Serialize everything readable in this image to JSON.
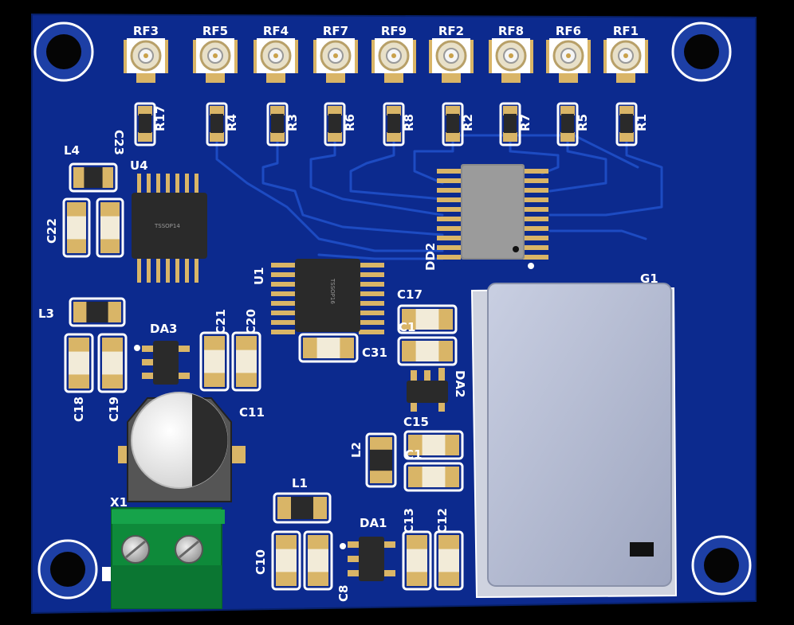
{
  "colors": {
    "board": "#0c2a8e",
    "trace": "#1f4fc8",
    "pad": "#d9b567",
    "silk": "#ffffff",
    "chip": "#2a2a2a",
    "shield": "#b9c0d6"
  },
  "rf_connectors": [
    "RF3",
    "RF5",
    "RF4",
    "RF7",
    "RF9",
    "RF2",
    "RF8",
    "RF6",
    "RF1"
  ],
  "resistors": [
    "R17",
    "R4",
    "R3",
    "R6",
    "R8",
    "R2",
    "R7",
    "R5",
    "R1"
  ],
  "ic": {
    "u4": "U4",
    "u4_package": "TSSOP14",
    "u1": "U1",
    "u1_package": "TSSOP16",
    "dd2": "DD2",
    "da1": "DA1",
    "da2": "DA2",
    "da3": "DA3"
  },
  "module": "G1",
  "connector": "X1",
  "inductors": [
    "L4",
    "L3",
    "L2",
    "L1"
  ],
  "capacitors": {
    "c23": "C23",
    "c22": "C22",
    "c21": "C21",
    "c20": "C20",
    "c18": "C18",
    "c19": "C19",
    "c17": "C17",
    "c1a": "C1",
    "c31": "C31",
    "c11": "C11",
    "c15": "C15",
    "c1b": "C1",
    "c13": "C13",
    "c12": "C12",
    "c10": "C10",
    "c8": "C8"
  },
  "icons": [
    "mounting-hole-icon",
    "sma-connector-icon",
    "terminal-screw-icon"
  ]
}
